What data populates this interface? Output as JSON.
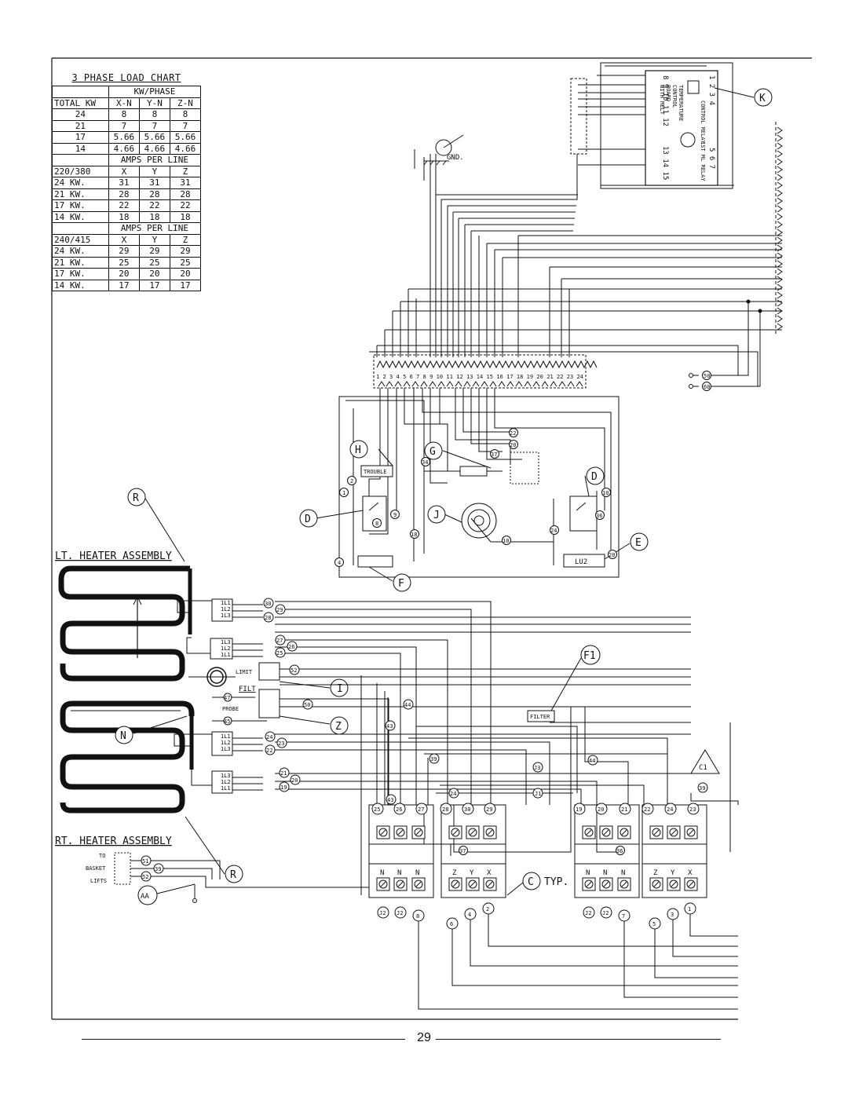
{
  "load_chart": {
    "title": "3 PHASE LOAD CHART",
    "kw_header": "KW/PHASE",
    "kw_columns": [
      "TOTAL KW",
      "X-N",
      "Y-N",
      "Z-N"
    ],
    "kw_rows": [
      [
        "24",
        "8",
        "8",
        "8"
      ],
      [
        "21",
        "7",
        "7",
        "7"
      ],
      [
        "17",
        "5.66",
        "5.66",
        "5.66"
      ],
      [
        "14",
        "4.66",
        "4.66",
        "4.66"
      ]
    ],
    "amps_header": "AMPS PER LINE",
    "amps_220": {
      "voltage": "220/380",
      "cols": [
        "X",
        "Y",
        "Z"
      ],
      "rows": [
        [
          "24 KW.",
          "31",
          "31",
          "31"
        ],
        [
          "21 KW.",
          "28",
          "28",
          "28"
        ],
        [
          "17 KW.",
          "22",
          "22",
          "22"
        ],
        [
          "14 KW.",
          "18",
          "18",
          "18"
        ]
      ]
    },
    "amps_240": {
      "voltage": "240/415",
      "cols": [
        "X",
        "Y",
        "Z"
      ],
      "rows": [
        [
          "24 KW.",
          "29",
          "29",
          "29"
        ],
        [
          "21 KW.",
          "25",
          "25",
          "25"
        ],
        [
          "17 KW.",
          "20",
          "20",
          "20"
        ],
        [
          "14 KW.",
          "17",
          "17",
          "17"
        ]
      ]
    }
  },
  "labels": {
    "lt_heater": "LT. HEATER ASSEMBLY",
    "rt_heater": "RT. HEATER ASSEMBLY",
    "to_basket_lifts": [
      "TO",
      "BASKET",
      "LIFTS"
    ],
    "gnd": "GND.",
    "trouble": "TROUBLE",
    "filter": "FILTER",
    "limit": "LIMIT",
    "filt": "FILT",
    "probe": "PROBE",
    "typ": "TYP.",
    "lu2": "LU2",
    "board_text": [
      "TEMPERATURE",
      "CONTROL",
      "BOARD",
      "WITH MELT"
    ],
    "control_relay": "CONTROL RELAY",
    "first_ml_relay": "1ST ML RELAY",
    "terminal_numbers": "1 2 3 4 5 6 7 8 9 10 11 12 13 14 15 16 17 18 19 20 21 22 23 24",
    "board_pins": [
      "8 9 10 11 12",
      "13 14 15",
      "1 2 3 4",
      "5 6 7"
    ],
    "heater_terminals": [
      "1L1",
      "1L2",
      "1L3"
    ],
    "switch_pins": [
      "1",
      "2",
      "3",
      "4"
    ],
    "contactor_bottom_left": [
      "N",
      "N",
      "N"
    ],
    "contactor_bottom_right": [
      "Z",
      "Y",
      "X"
    ]
  },
  "callouts": [
    "K",
    "H",
    "G",
    "D",
    "D",
    "J",
    "R",
    "R",
    "F",
    "E",
    "I",
    "Z",
    "N",
    "F1",
    "C",
    "C1",
    "AA"
  ],
  "wire_numbers": {
    "top": [
      "1",
      "8",
      "9",
      "10",
      "11",
      "12",
      "5",
      "13",
      "15",
      "7",
      "6",
      "38",
      "39"
    ],
    "middle": [
      "1",
      "2",
      "3",
      "4",
      "8",
      "9",
      "10",
      "18",
      "20",
      "22",
      "24",
      "34",
      "36",
      "37",
      "50",
      "60"
    ],
    "heater": [
      "19",
      "20",
      "21",
      "22",
      "23",
      "24",
      "25",
      "26",
      "27",
      "28",
      "29",
      "30",
      "43",
      "44",
      "45",
      "47",
      "50",
      "52"
    ],
    "contactor_top": [
      "25",
      "26",
      "27",
      "28",
      "30",
      "29",
      "19",
      "20",
      "21",
      "22",
      "24",
      "23",
      "43"
    ],
    "jumpers": [
      "J1",
      "J1",
      "J2",
      "J2",
      "J2",
      "J2",
      "J3"
    ],
    "misc": [
      "39",
      "39",
      "44",
      "37",
      "36",
      "51",
      "39",
      "52"
    ],
    "contactor_bottom": [
      "8",
      "6",
      "4",
      "2",
      "7",
      "5",
      "3",
      "1"
    ]
  },
  "page": "29"
}
